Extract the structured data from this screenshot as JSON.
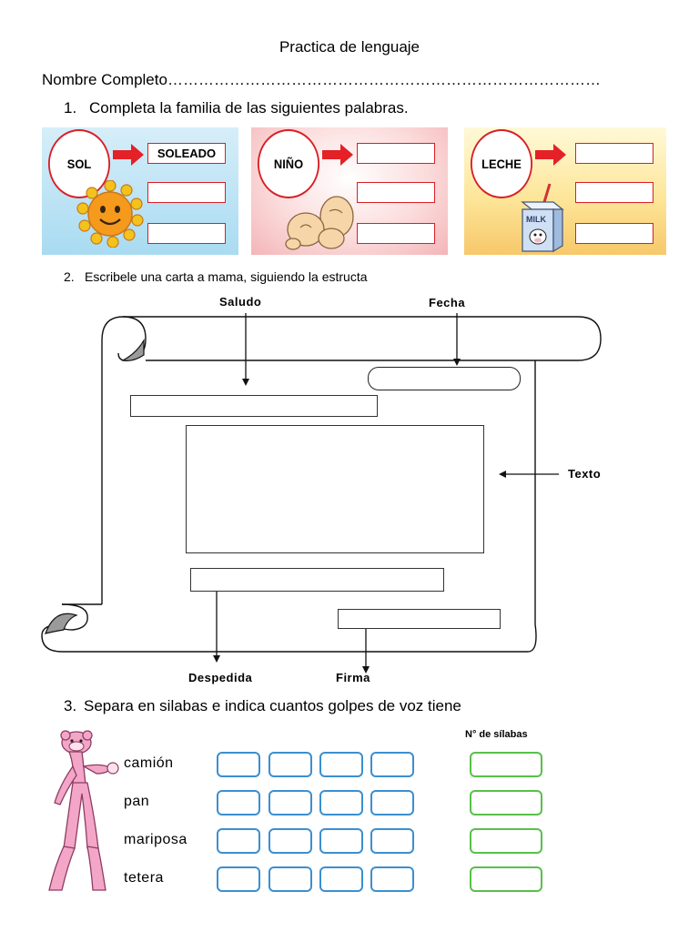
{
  "title": "Practica de lenguaje",
  "name_line": "Nombre Completo…………………………………………………………………………",
  "q1": {
    "number": "1.",
    "text": "Completa la familia de las siguientes palabras."
  },
  "family": [
    {
      "word": "SOL",
      "answers": [
        "SOLEADO",
        "",
        ""
      ]
    },
    {
      "word": "NIÑO",
      "answers": [
        "",
        "",
        ""
      ]
    },
    {
      "word": "LECHE",
      "answers": [
        "",
        "",
        ""
      ]
    }
  ],
  "q2": {
    "number": "2.",
    "text": "Escribele una carta a mama, siguiendo la estructa"
  },
  "letter": {
    "saludo": "Saludo",
    "fecha": "Fecha",
    "texto": "Texto",
    "despedida": "Despedida",
    "firma": "Firma"
  },
  "q3": {
    "number": "3.",
    "text": "Separa en silabas e indica cuantos golpes de voz tiene"
  },
  "syllables": {
    "header": "N° de sílabas",
    "words": [
      "camión",
      "pan",
      "mariposa",
      "tetera"
    ]
  },
  "milk_label": "MILK",
  "colors": {
    "red": "#d81f26",
    "blue": "#3b8fd0",
    "green": "#58c04a",
    "pink": "#f3a6c8"
  }
}
